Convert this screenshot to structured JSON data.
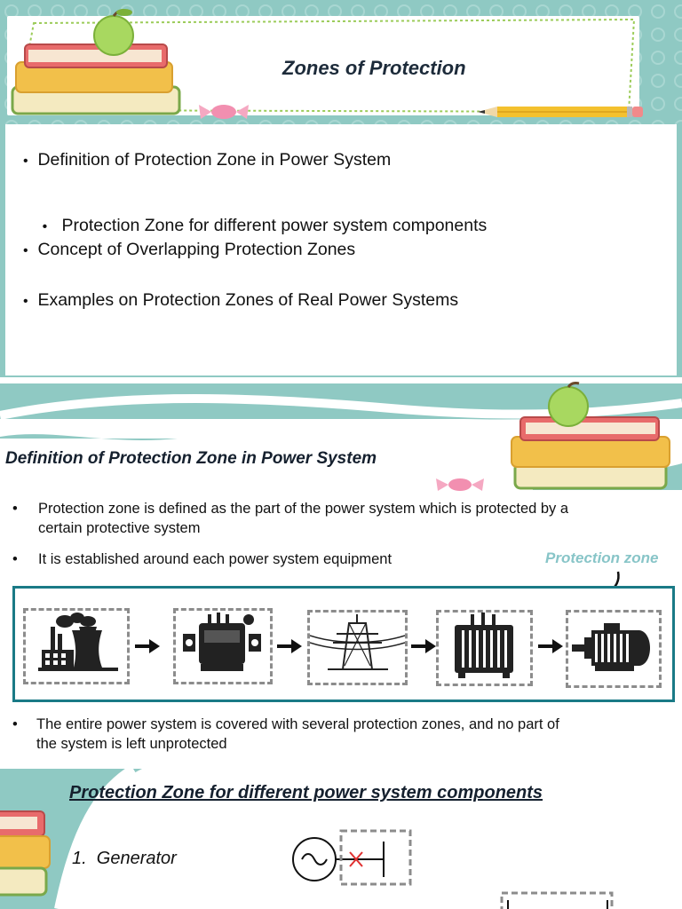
{
  "slide1": {
    "title": "Zones of Protection",
    "bullets": [
      "Definition of  Protection Zone in Power System",
      " Protection Zone for different power system components",
      "Concept of Overlapping Protection Zones",
      "Examples on Protection Zones of Real Power Systems"
    ]
  },
  "slide2": {
    "title": "Definition of  Protection Zone in Power System",
    "bullet1_line1": "Protection zone is defined as the part of the power system which is protected by a",
    "bullet1_line2": "certain protective system",
    "bullet2": "It is established around each power system equipment",
    "protection_zone_label": "Protection zone",
    "bullet3_line1": "The entire power system is covered with several protection zones, and no part of",
    "bullet3_line2": "the system is left unprotected",
    "diagram_icons": [
      "power-plant-icon",
      "generator-icon",
      "transmission-tower-icon",
      "transformer-icon",
      "motor-icon"
    ]
  },
  "slide3": {
    "title": "Protection Zone for different power system components",
    "item1": "1.  Generator"
  },
  "colors": {
    "teal": "#8fc9c3",
    "dark_teal": "#1a7a86",
    "label_teal": "#88c5c8",
    "breaker_red": "#e03030"
  }
}
